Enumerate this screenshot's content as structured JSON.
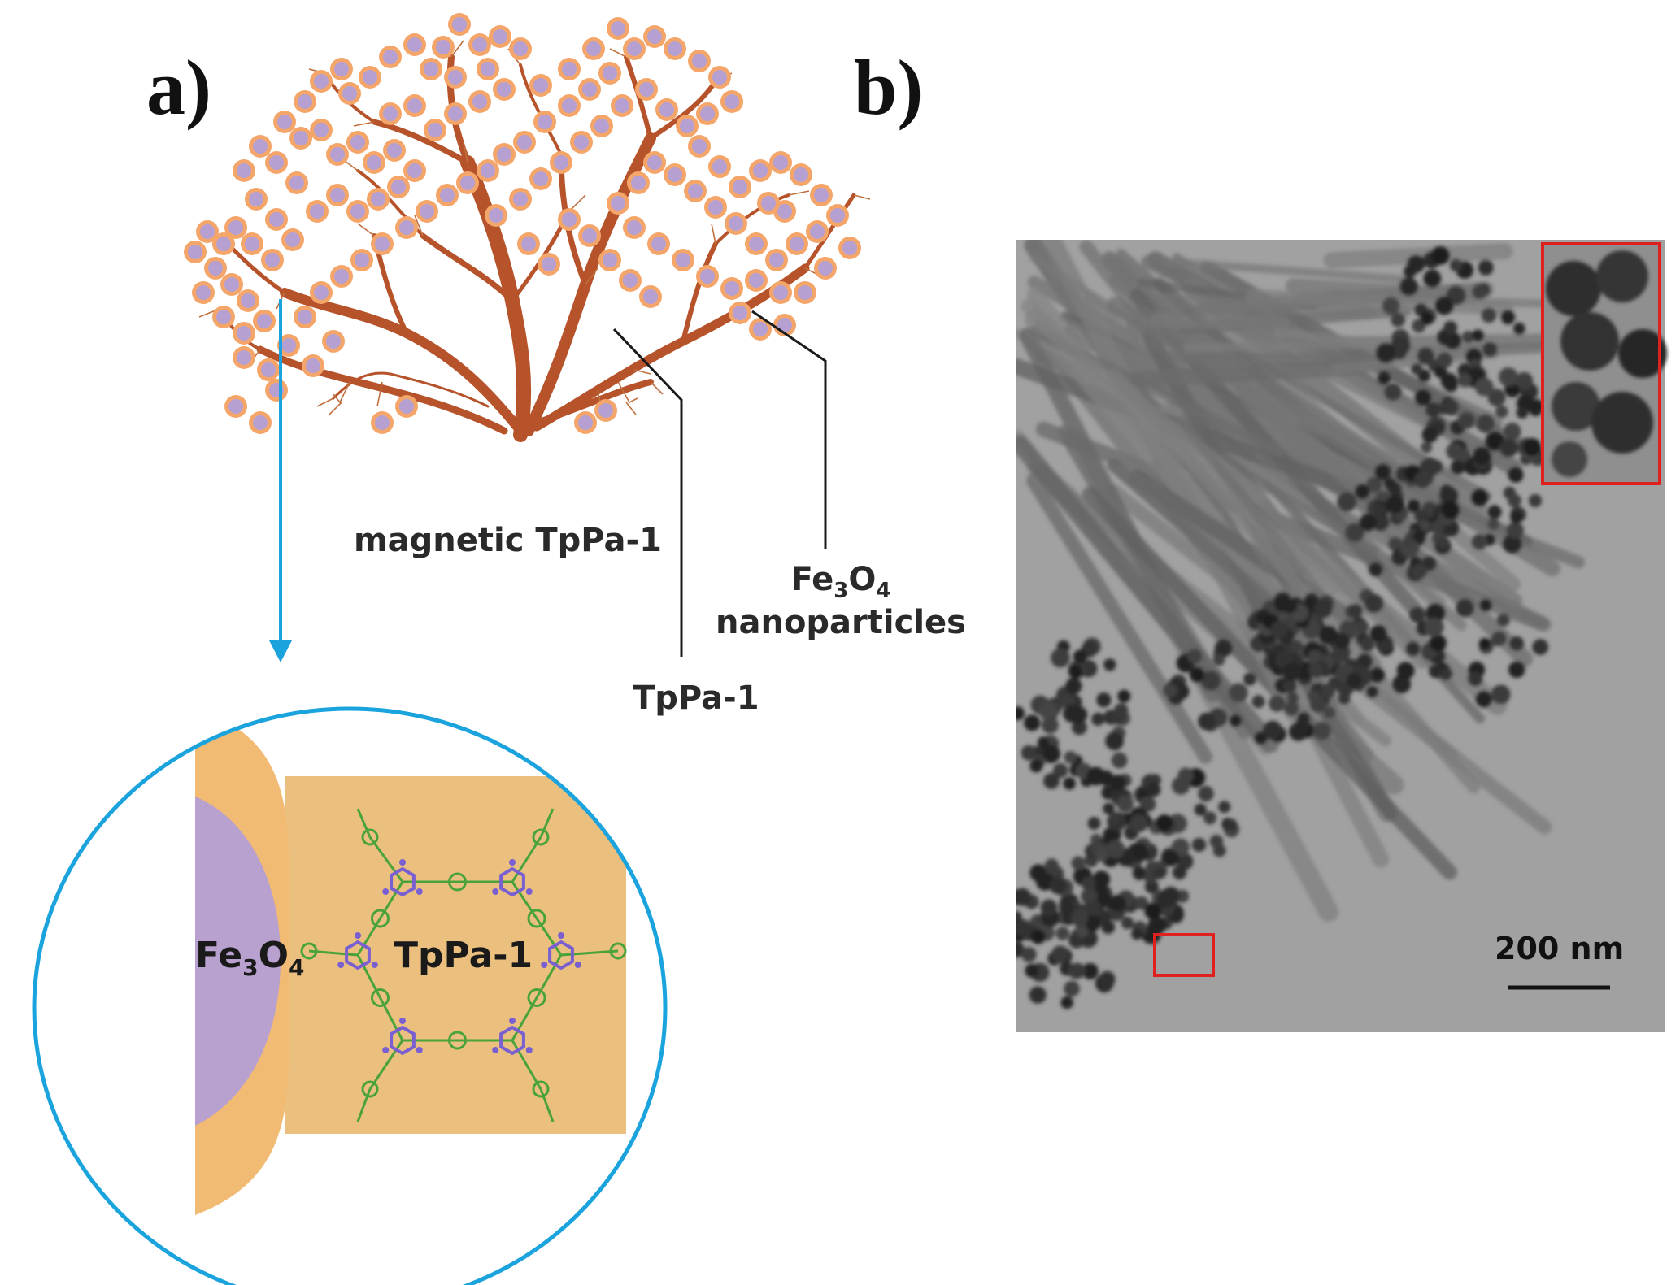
{
  "panels": {
    "a": "a)",
    "b": "b)"
  },
  "callouts": {
    "magnetic_tppa": "magnetic TpPa-1",
    "tppa": "TpPa-1",
    "fe3o4_formula": {
      "fe": "Fe",
      "sub3": "3",
      "o": "O",
      "sub4": "4"
    },
    "nanoparticles": "nanoparticles"
  },
  "inset": {
    "fe3o4": {
      "fe": "Fe",
      "sub3": "3",
      "o": "O",
      "sub4": "4"
    },
    "tppa": "TpPa-1"
  },
  "tem": {
    "scale_bar": "200 nm"
  },
  "colors": {
    "branch": "#b6532a",
    "particle_shell": "#f4a66a",
    "particle_core": "#b6a0d2",
    "arrow": "#1aa3dc",
    "inset_circle": "#1aa3dc",
    "tppa_block": "#ebc07f",
    "fe_core": "#b8a0cf",
    "linker": "#4aa33a",
    "node": "#7a5fd0",
    "highlight_box": "#e0201e"
  }
}
